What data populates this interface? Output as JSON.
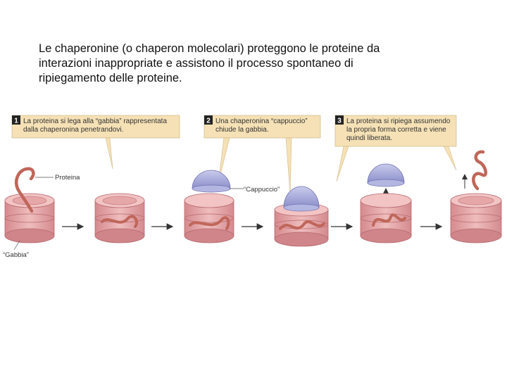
{
  "intro": {
    "lines": [
      "Le chaperonine  (o chaperon molecolari) proteggono le proteine da",
      "interazioni inappropriate e assistono il processo spontaneo di",
      "ripiegamento delle proteine."
    ]
  },
  "steps": [
    {
      "number": "1",
      "lines": [
        "La proteina si lega alla “gabbia” rappresentata",
        "dalla chaperonina penetrandovi."
      ]
    },
    {
      "number": "2",
      "lines": [
        "Una chaperonina “cappuccio”",
        "chiude la gabbia."
      ]
    },
    {
      "number": "3",
      "lines": [
        "La proteina si ripiega assumendo",
        "la propria forma corretta e viene",
        "quindi liberata."
      ]
    }
  ],
  "labels": {
    "protein": "Proteina",
    "cage": "“Gabbia”",
    "cap": "“Cappuccio”"
  },
  "colors": {
    "box_fill": "#f5e1b5",
    "number_fill": "#222222",
    "cage": "#dc9a9c",
    "cage_dark": "#b86a70",
    "protein": "#c0665a",
    "cap": "#9fa2d6",
    "arrow": "#333333"
  }
}
